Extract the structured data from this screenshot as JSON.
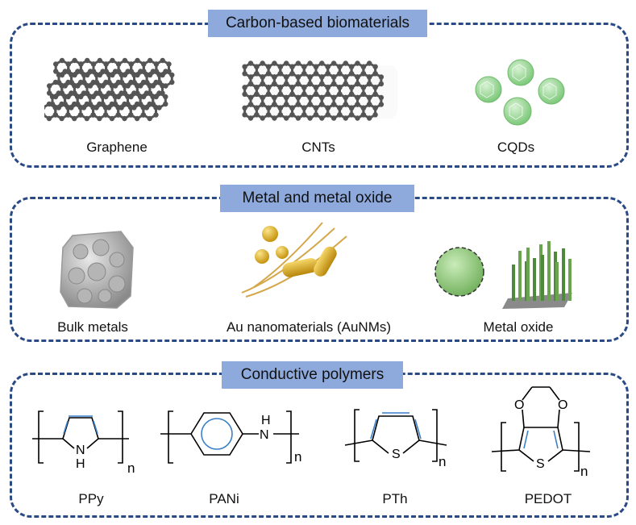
{
  "sections": [
    {
      "title": "Carbon-based biomaterials",
      "items": [
        "Graphene",
        "CNTs",
        "CQDs"
      ]
    },
    {
      "title": "Metal and metal oxide",
      "items": [
        "Bulk metals",
        "Au nanomaterials (AuNMs)",
        "Metal oxide"
      ]
    },
    {
      "title": "Conductive polymers",
      "items": [
        "PPy",
        "PANi",
        "PTh",
        "PEDOT"
      ]
    }
  ],
  "structures": {
    "ppy": {
      "atoms": [
        "N",
        "H"
      ],
      "subscript": "n"
    },
    "pani": {
      "atoms": [
        "N",
        "H"
      ],
      "subscript": "n"
    },
    "pth": {
      "atoms": [
        "S"
      ],
      "subscript": "n"
    },
    "pedot": {
      "atoms": [
        "O",
        "O",
        "S"
      ],
      "subscript": "n"
    }
  },
  "colors": {
    "panel_border": "#2a4a86",
    "header_fill": "#8ea9db",
    "bond_accent": "#3a7fc8",
    "carbon_gray": "#555555",
    "qd_green": "#8fd08a",
    "gold": "#d4a017"
  }
}
